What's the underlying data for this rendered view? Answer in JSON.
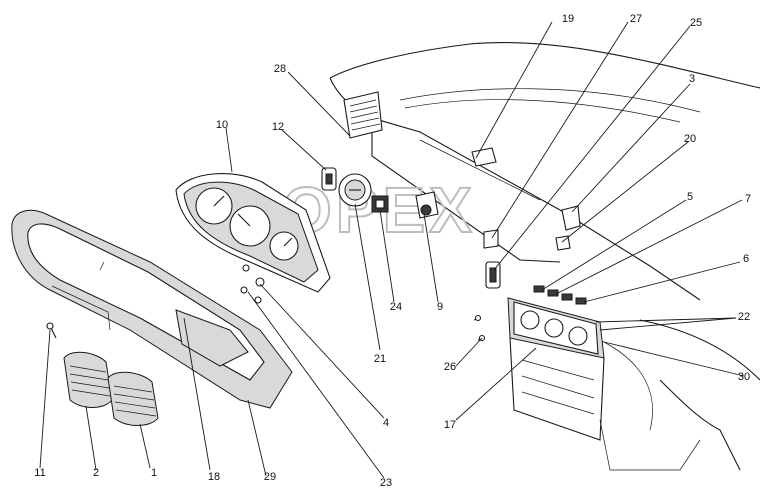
{
  "watermark": "OPEX",
  "callouts": [
    {
      "id": "c1",
      "text": "1"
    },
    {
      "id": "c2",
      "text": "2"
    },
    {
      "id": "c3",
      "text": "3"
    },
    {
      "id": "c4",
      "text": "4"
    },
    {
      "id": "c5",
      "text": "5"
    },
    {
      "id": "c6",
      "text": "6"
    },
    {
      "id": "c7",
      "text": "7"
    },
    {
      "id": "c9",
      "text": "9"
    },
    {
      "id": "c10",
      "text": "10"
    },
    {
      "id": "c11",
      "text": "11"
    },
    {
      "id": "c12",
      "text": "12"
    },
    {
      "id": "c17",
      "text": "17"
    },
    {
      "id": "c18",
      "text": "18"
    },
    {
      "id": "c19",
      "text": "19"
    },
    {
      "id": "c20",
      "text": "20"
    },
    {
      "id": "c21",
      "text": "21"
    },
    {
      "id": "c22",
      "text": "22"
    },
    {
      "id": "c23",
      "text": "23"
    },
    {
      "id": "c24",
      "text": "24"
    },
    {
      "id": "c25",
      "text": "25"
    },
    {
      "id": "c26",
      "text": "26"
    },
    {
      "id": "c27",
      "text": "27"
    },
    {
      "id": "c28",
      "text": "28"
    },
    {
      "id": "c29",
      "text": "29"
    },
    {
      "id": "c30",
      "text": "30"
    }
  ]
}
